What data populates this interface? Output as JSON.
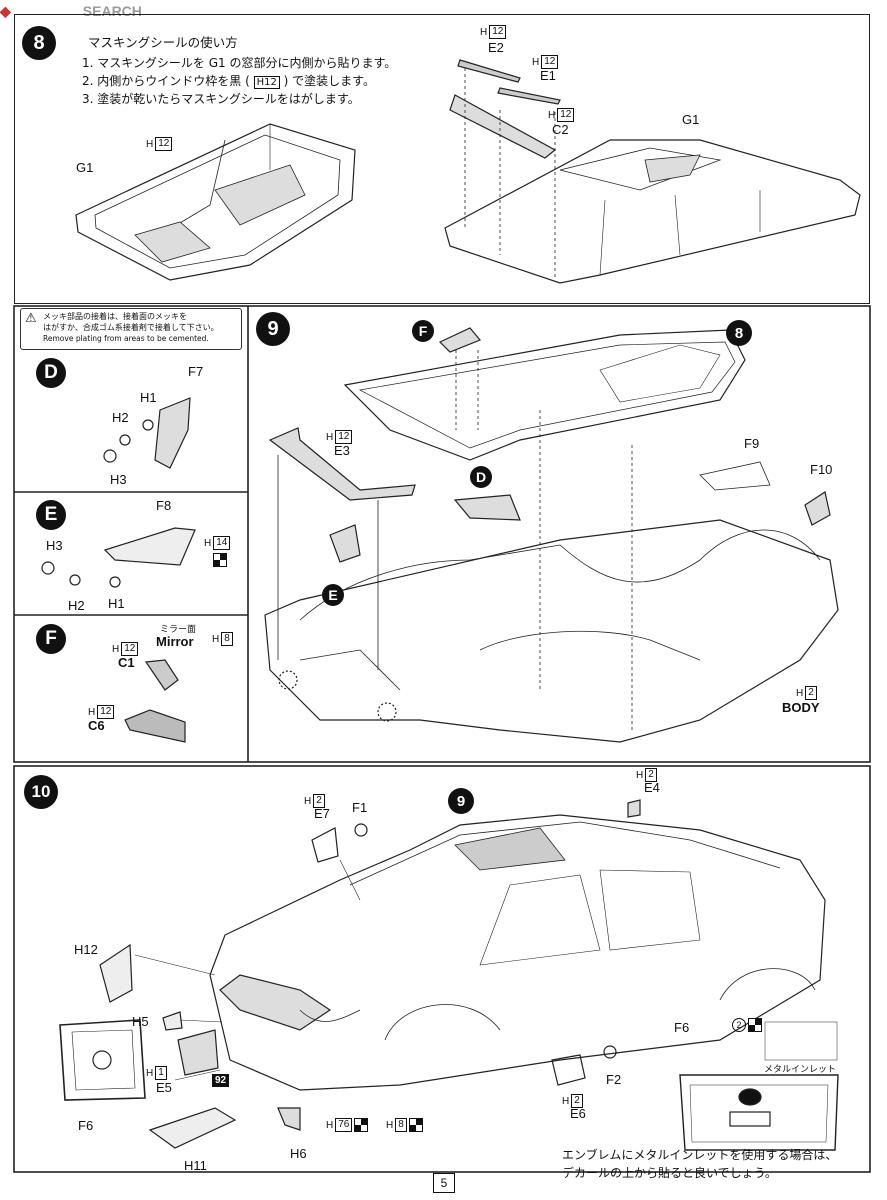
{
  "watermark": "SEARCH",
  "page_number": "5",
  "step8": {
    "num": "8",
    "title": "マスキングシールの使い方",
    "instructions": [
      "1. マスキングシールを G1 の窓部分に内側から貼ります。",
      "2. 内側からウインドウ枠を黒 (",
      "3. 塗装が乾いたらマスキングシールをはがします。"
    ],
    "instr2_code": "H12",
    "instr2_tail": ") で塗装します。",
    "left_g1": "G1",
    "left_code": "12",
    "parts": {
      "e2": "E2",
      "e1": "E1",
      "c2": "C2",
      "g1": "G1"
    },
    "codes": {
      "e2": "12",
      "e1": "12",
      "c2": "12"
    }
  },
  "caution": {
    "line1": "メッキ部品の接着は、接着面のメッキを",
    "line2": "はがすか、合成ゴム系接着剤で接着して下さい。",
    "line3": "Remove plating from areas to be cemented."
  },
  "subD": {
    "letter": "D",
    "f7": "F7",
    "h1": "H1",
    "h2": "H2",
    "h3": "H3"
  },
  "subE": {
    "letter": "E",
    "f8": "F8",
    "code": "14",
    "h3": "H3",
    "h2": "H2",
    "h1": "H1"
  },
  "subF": {
    "letter": "F",
    "mirror_jp": "ミラー面",
    "mirror": "Mirror",
    "mirror_code": "8",
    "c1": "C1",
    "c1_code": "12",
    "c6": "C6",
    "c6_code": "12"
  },
  "step9": {
    "num": "9",
    "ref8": "8",
    "F": "F",
    "D": "D",
    "E": "E",
    "e3": "E3",
    "e3_code": "12",
    "f9": "F9",
    "f10": "F10",
    "body": "BODY",
    "body_code": "2"
  },
  "step10": {
    "num": "10",
    "ref9": "9",
    "e7": "E7",
    "e7_code": "2",
    "f1": "F1",
    "e4": "E4",
    "e4_code": "2",
    "h12": "H12",
    "h5": "H5",
    "e5": "E5",
    "e5_code": "1",
    "badge": "92",
    "f6": "F6",
    "h11": "H11",
    "h6": "H6",
    "h76_code": "76",
    "h8_code": "8",
    "e6": "E6",
    "e6_code": "2",
    "f2": "F2",
    "inset_f6": "F6",
    "inset_code": "2",
    "metal_inlet": "メタルインレット",
    "note1": "エンブレムにメタルインレットを使用する場合は、",
    "note2": "デカールの上から貼ると良いでしょう。"
  }
}
